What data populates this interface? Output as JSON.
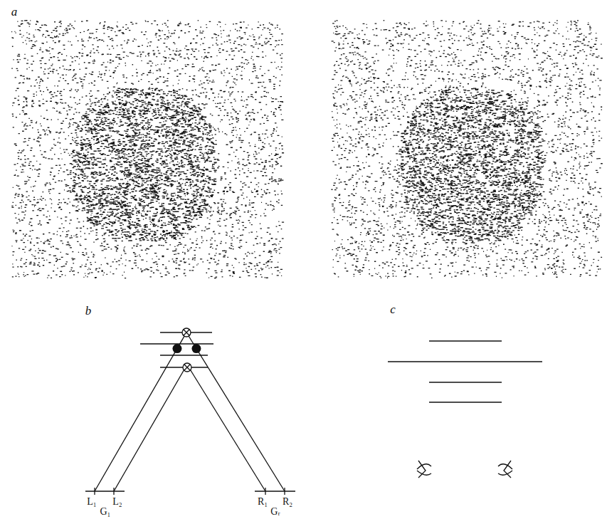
{
  "diagram": {
    "labels": [
      "a",
      "b",
      "c",
      "L₁",
      "L₂",
      "R₁",
      "R₂",
      "G₁",
      "Gᵣ"
    ]
  }
}
